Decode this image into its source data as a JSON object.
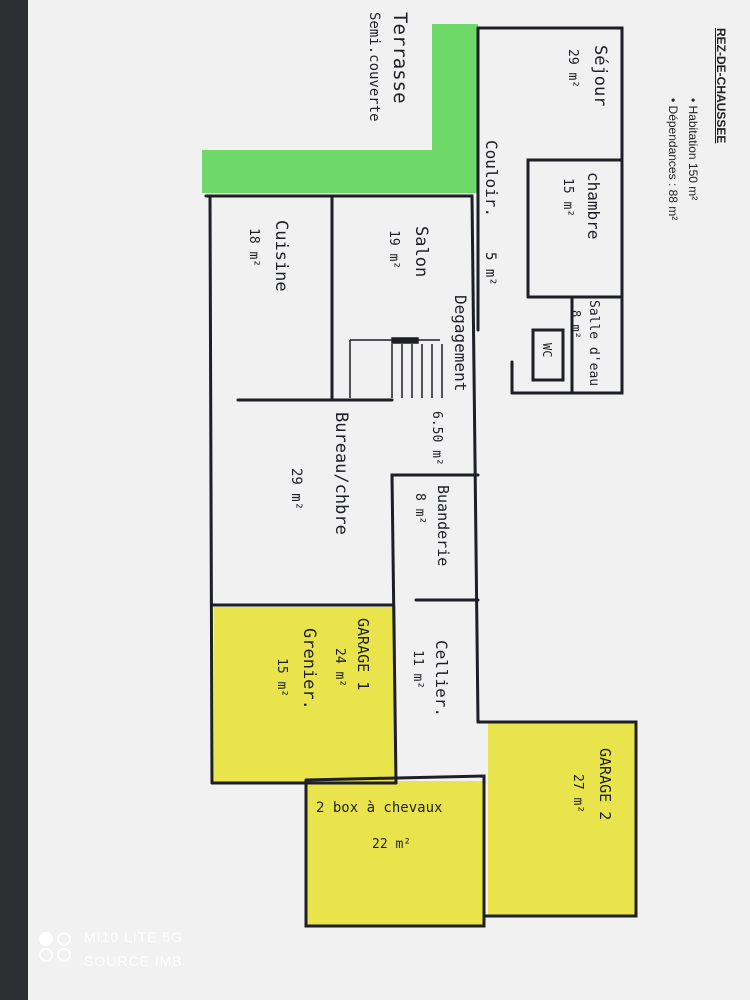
{
  "header": {
    "title": "REZ-DE-CHAUSSEE",
    "bullets": [
      "Habitation 150 m²",
      "Dépendances : 88 m²"
    ]
  },
  "rooms": {
    "sejour": {
      "name": "Séjour",
      "area": "29 m²"
    },
    "terrasse": {
      "name": "Terrasse",
      "note": "Semi.couverte"
    },
    "chambre": {
      "name": "chambre",
      "area": "15 m²"
    },
    "salle_eau": {
      "name": "Salle d'eau",
      "area": "8 m²"
    },
    "wc": {
      "name": "WC"
    },
    "couloir": {
      "name": "Couloir.",
      "area": "5 m²"
    },
    "salon": {
      "name": "Salon",
      "area": "19 m²"
    },
    "cuisine": {
      "name": "Cuisine",
      "area": "18 m²"
    },
    "degagement": {
      "name": "Degagement",
      "area": "6.50 m²"
    },
    "bureau": {
      "name": "Bureau/chbre",
      "area": "29 m²"
    },
    "buanderie": {
      "name": "Buanderie",
      "area": "8 m²"
    },
    "cellier": {
      "name": "Cellier.",
      "area": "11 m²"
    },
    "garage1": {
      "name": "GARAGE 1",
      "area": "24 m²"
    },
    "grenier": {
      "name": "Grenier.",
      "area": "15 m²"
    },
    "box": {
      "name": "2 box à chevaux",
      "area": "22 m²"
    },
    "garage2": {
      "name": "GARAGE 2",
      "area": "27 m²"
    }
  },
  "colors": {
    "terrasse_highlight": "#5fd65a",
    "garage_highlight": "#e8e23a",
    "ink": "#1d1f24"
  },
  "watermark": {
    "line1": "MI10 LITE 5G",
    "line2": "SOURCE IMB"
  }
}
